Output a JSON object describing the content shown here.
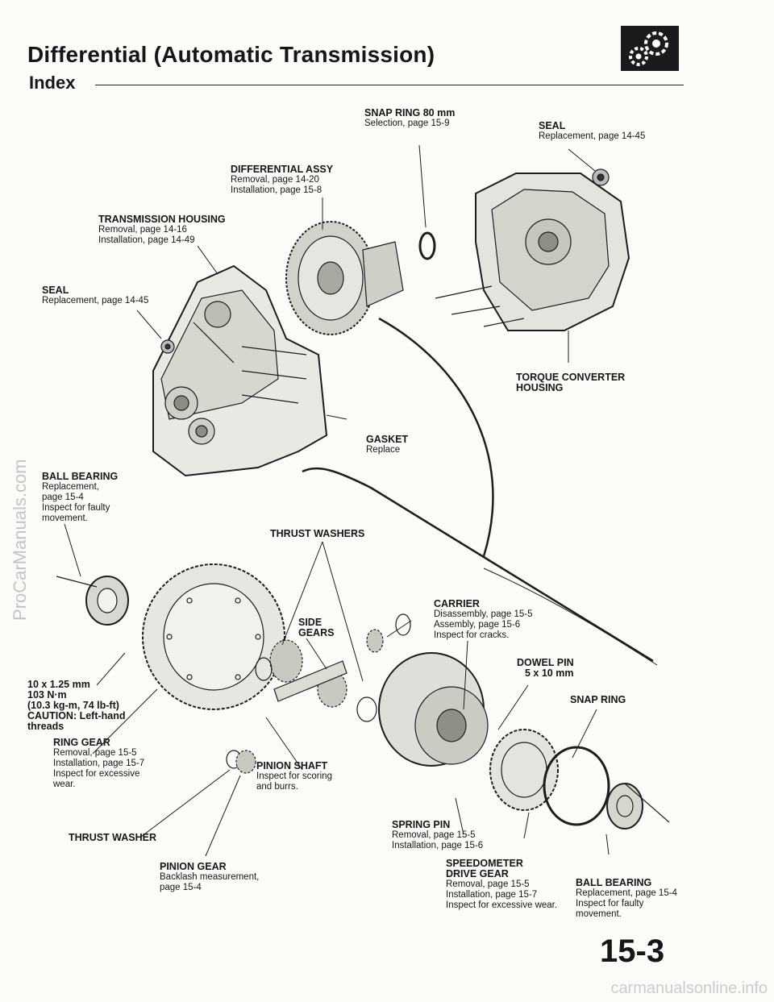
{
  "header": {
    "title": "Differential (Automatic Transmission)",
    "subtitle": "Index"
  },
  "logo_icon": "gears-icon",
  "callouts": {
    "snap_ring_80": {
      "label": "SNAP RING 80 mm",
      "lines": [
        "Selection, page 15-9"
      ]
    },
    "seal_top": {
      "label": "SEAL",
      "lines": [
        "Replacement, page 14-45"
      ]
    },
    "diff_assy": {
      "label": "DIFFERENTIAL ASSY",
      "lines": [
        "Removal, page 14-20",
        "Installation, page 15-8"
      ]
    },
    "trans_housing": {
      "label": "TRANSMISSION HOUSING",
      "lines": [
        "Removal, page 14-16",
        "Installation, page 14-49"
      ]
    },
    "seal_left": {
      "label": "SEAL",
      "lines": [
        "Replacement, page 14-45"
      ]
    },
    "torque_conv": {
      "label": "TORQUE CONVERTER",
      "lines": [
        "HOUSING"
      ]
    },
    "gasket": {
      "label": "GASKET",
      "lines": [
        "Replace"
      ]
    },
    "ball_bearing_left": {
      "label": "BALL BEARING",
      "lines": [
        "Replacement,",
        "page 15-4",
        "Inspect for faulty",
        "movement."
      ]
    },
    "thrust_washers": {
      "label": "THRUST WASHERS",
      "lines": []
    },
    "carrier": {
      "label": "CARRIER",
      "lines": [
        "Disassembly, page 15-5",
        "Assembly, page 15-6",
        "Inspect for cracks."
      ]
    },
    "side_gears": {
      "label": "SIDE",
      "lines": [
        "GEARS"
      ]
    },
    "dowel_pin": {
      "label": "DOWEL PIN",
      "lines": [
        "5 x 10 mm"
      ]
    },
    "bolt": {
      "label": "10 x 1.25 mm",
      "lines": [
        "103 N·m",
        "(10.3 kg-m, 74 lb-ft)",
        "CAUTION: Left-hand",
        "threads"
      ]
    },
    "snap_ring": {
      "label": "SNAP RING",
      "lines": []
    },
    "ring_gear": {
      "label": "RING GEAR",
      "lines": [
        "Removal, page 15-5",
        "Installation, page 15-7",
        "Inspect for excessive",
        "wear."
      ]
    },
    "pinion_shaft": {
      "label": "PINION SHAFT",
      "lines": [
        "Inspect for scoring",
        "and burrs."
      ]
    },
    "spring_pin": {
      "label": "SPRING PIN",
      "lines": [
        "Removal, page 15-5",
        "Installation, page 15-6"
      ]
    },
    "thrust_washer": {
      "label": "THRUST WASHER",
      "lines": []
    },
    "speedo": {
      "label": "SPEEDOMETER",
      "lines": [
        "DRIVE GEAR",
        "Removal, page 15-5",
        "Installation, page 15-7",
        "Inspect for excessive wear."
      ]
    },
    "pinion_gear": {
      "label": "PINION GEAR",
      "lines": [
        "Backlash measurement,",
        "page 15-4"
      ]
    },
    "ball_bearing_right": {
      "label": "BALL BEARING",
      "lines": [
        "Replacement, page 15-4",
        "Inspect for faulty",
        "movement."
      ]
    }
  },
  "page_number": "15-3",
  "watermark_side": "ProCarManuals.com",
  "watermark_footer": "carmanualsonline.info"
}
